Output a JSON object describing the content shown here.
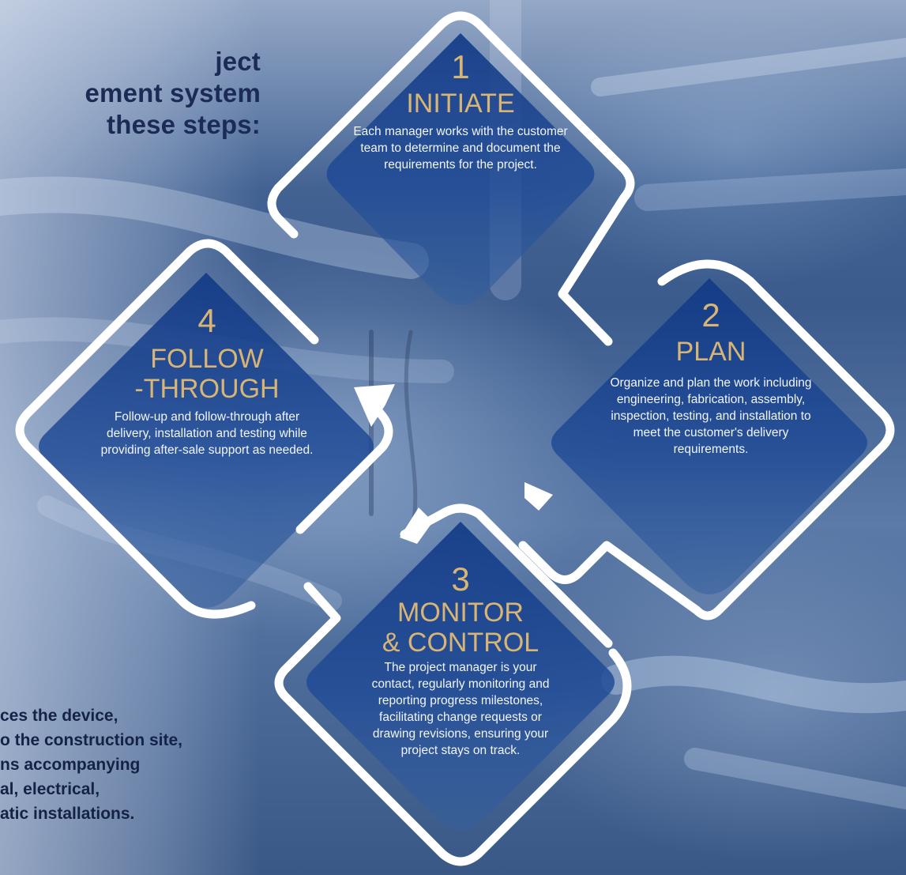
{
  "intro": {
    "headline": "ject\nement system\nthese steps:"
  },
  "steps": [
    {
      "number": "1",
      "title": "INITIATE",
      "description": "Each manager works with the customer\nteam to determine and document the\nrequirements for the project."
    },
    {
      "number": "2",
      "title": "PLAN",
      "description": "Organize and plan the work including\nengineering, fabrication, assembly,\ninspection, testing, and installation to\nmeet the customer's delivery\nrequirements."
    },
    {
      "number": "3",
      "title": "MONITOR\n& CONTROL",
      "description": "The project manager is your\ncontact, regularly monitoring and\nreporting progress milestones,\nfacilitating change requests or\ndrawing revisions, ensuring your\nproject stays on track."
    },
    {
      "number": "4",
      "title": "FOLLOW\n-THROUGH",
      "description": "Follow-up and follow-through after\ndelivery, installation and testing while\nproviding after-sale support as needed."
    }
  ],
  "closing": {
    "text": "ces the device,\no the construction site,\nns accompanying\nal, electrical,\natic installations."
  },
  "colors": {
    "accent_gold": "#d8b574",
    "navy_fill": "#1a3b7e",
    "outline_white": "#ffffff",
    "headline_navy": "#1b2b55"
  }
}
